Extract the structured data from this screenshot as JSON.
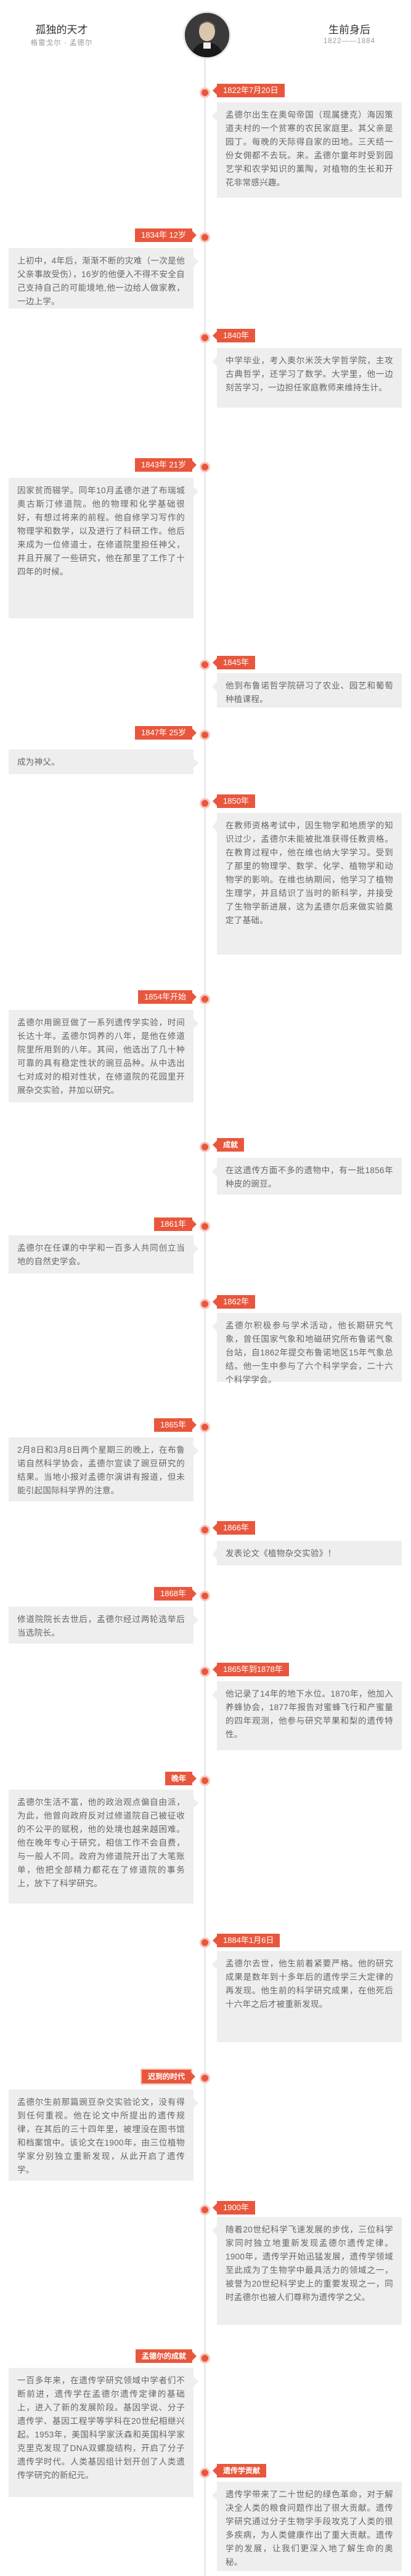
{
  "header": {
    "left_title": "孤独的天才",
    "left_sub": "格雷戈尔 · 孟德尔",
    "right_title": "生前身后",
    "right_sub": "1822——1884"
  },
  "events": [
    {
      "badge": "1822年7月20日",
      "text": "孟德尔出生在奥匈帝国（现属捷克）海因策道夫村的一个贫寒的农民家庭里。其父亲是园丁。每晚的天际得自家的田地。三天结一份女佣都不去玩。来。孟德尔童年时受到园艺学和农学知识的薰陶，对植物的生长和开花非常感兴趣。"
    },
    {
      "badge": "1834年 12岁",
      "text": "上初中，4年后，渐渐不断的灾难（一次是他父亲事故受伤），16岁的他便入不得不安全自己支持自己的可能境地,他一边给人做家教，一边上学。"
    },
    {
      "badge": "1840年",
      "text": "中学毕业，考入奥尔米茨大学哲学院，主攻古典哲学，还学习了数学。大学里，他一边刻苦学习，一边担任家庭教师来维持生计。"
    },
    {
      "badge": "1843年 21岁",
      "text": "因家贫而辍学。同年10月孟德尔进了布瑞城奥古斯汀修道院。他的物理和化学基础很好，有想过将来的前程。他自修学习写作的物理学和数学，以及进行了科研工作。他后来成为一位修道士，在修道院里担任神父，并且开展了一些研究，他在那里了工作了十四年的时候。"
    },
    {
      "badge": "1845年",
      "text": "他到布鲁诺哲学院研习了农业、园艺和葡萄种植课程。"
    },
    {
      "badge": "1847年 25岁",
      "text": "成为神父。"
    },
    {
      "badge": "1850年",
      "text": "在教师资格考试中，因生物学和地质学的知识过少，孟德尔未能被批准获得任教资格。在教育过程中，他在维也纳大学学习。受到了那里的物理学、数学、化学、植物学和动物学的影响。在维也纳期间，他学习了植物生理学，并且结识了当时的新科学，并接受了生物学新进展，这为孟德尔后来做实验奠定了基础。"
    },
    {
      "badge": "1854年开始",
      "text": "孟德尔用豌豆做了一系列遗传学实验，时间长达十年。孟德尔饲养的八年，是他在修道院里所用到的八年。其间，他选出了几十种可靠的具有稳定性状的豌豆品种。从中选出七对成对的相对性状，在修道院的花园里开展杂交实验，并加以研究。"
    },
    {
      "badge": "成就",
      "text": "在这遗传方面不多的遗物中，有一批1856年种皮的豌豆。"
    },
    {
      "badge": "1861年",
      "text": "孟德尔在任课的中学和一百多人共同创立当地的自然史学会。"
    },
    {
      "badge": "1862年",
      "text": "孟德尔积极参与学术活动，他长期研究气象，曾任国家气象和地磁研究所布鲁诺气象台站，自1862年提交布鲁诺地区15年气象总结。他一生中参与了六个科学学会，二十六个科学学会。"
    },
    {
      "badge": "1865年",
      "text": "2月8日和3月8日两个星期三的晚上，在布鲁诺自然科学协会，孟德尔宣读了豌豆研究的结果。当地小报对孟德尔演讲有报道，但未能引起国际科学界的注意。"
    },
    {
      "badge": "1866年",
      "text": "发表论文《植物杂交实验》！"
    },
    {
      "badge": "1868年",
      "text": "修道院院长去世后，孟德尔经过两轮选举后当选院长。"
    },
    {
      "badge": "1865年到1878年",
      "text": "他记录了14年的地下水位。1870年，他加入养蜂协会，1877年报告对蜜蜂飞行和产蜜量的四年观测，他参与研究苹果和梨的遗传特性。"
    },
    {
      "badge": "晚年",
      "text": "孟德尔生活不富，他的政治观点偏自由派，为此，他曾向政府反对过修道院自己被征收的不公平的赋税，他的处境也越来越困难。他在晚年专心于研究，相信工作不会自费，与一般人不同。政府为修道院开出了大笔账单，他把全部精力都花在了修道院的事务上，放下了科学研究。"
    },
    {
      "badge": "1884年1月6日",
      "text": "孟德尔去世，他生前着紧要严格。他的研究成果是数年到十多年后的遗传学三大定律的再发现。他生前的科学研究成果，在他死后十六年之后才被重新发现。"
    },
    {
      "badge": "迟到的时代",
      "text": "孟德尔生前那篇豌豆杂交实验论文，没有得到任何重视。他在论文中所提出的遗传规律，在其后的三十四年里，被埋没在图书馆和档案馆中。该论文在1900年，由三位植物学家分别独立重新发现，从此开启了遗传学。"
    },
    {
      "badge": "1900年",
      "text": "随着20世纪科学飞速发展的步伐，三位科学家同时独立地重新发现孟德尔遗传定律。1900年，遗传学开始迅猛发展，遗传学领域至此成为了生物学中最具活力的领域之一，被誉为20世纪科学史上的重要发现之一，同时孟德尔也被人们尊称为遗传学之父。"
    },
    {
      "badge": "孟德尔的成就",
      "text": "一百多年来，在遗传学研究领域中学者们不断前进，遗传学在孟德尔遗传定律的基础上，进入了新的发展阶段。基因学说、分子遗传学、基因工程学等学科在20世纪相继兴起。1953年，美国科学家沃森和英国科学家克里克发现了DNA双螺旋结构，开启了分子遗传学时代。人类基因组计划开创了人类遗传学研究的新纪元。"
    },
    {
      "badge": "遗传学贡献",
      "text": "遗传学带来了二十世纪的绿色革命，对于解决全人类的粮食问题作出了很大贡献。遗传学研究通过分子生物学手段攻克了人类的很多疾病，为人类健康作出了重大贡献。遗传学的发展，让我们更深入地了解生命的奥秘。"
    }
  ]
}
